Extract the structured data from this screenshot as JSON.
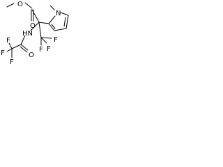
{
  "molecule": {
    "atom_labels": {
      "ester_o_top": "O",
      "ester_o_bottom": "O",
      "ring_n": "N",
      "f_right_1": "F",
      "f_right_2": "F",
      "f_right_3": "F",
      "f_left_1": "F",
      "f_left_2": "F",
      "f_left_3": "F",
      "amide_nh": "HN",
      "amide_o": "O"
    }
  }
}
